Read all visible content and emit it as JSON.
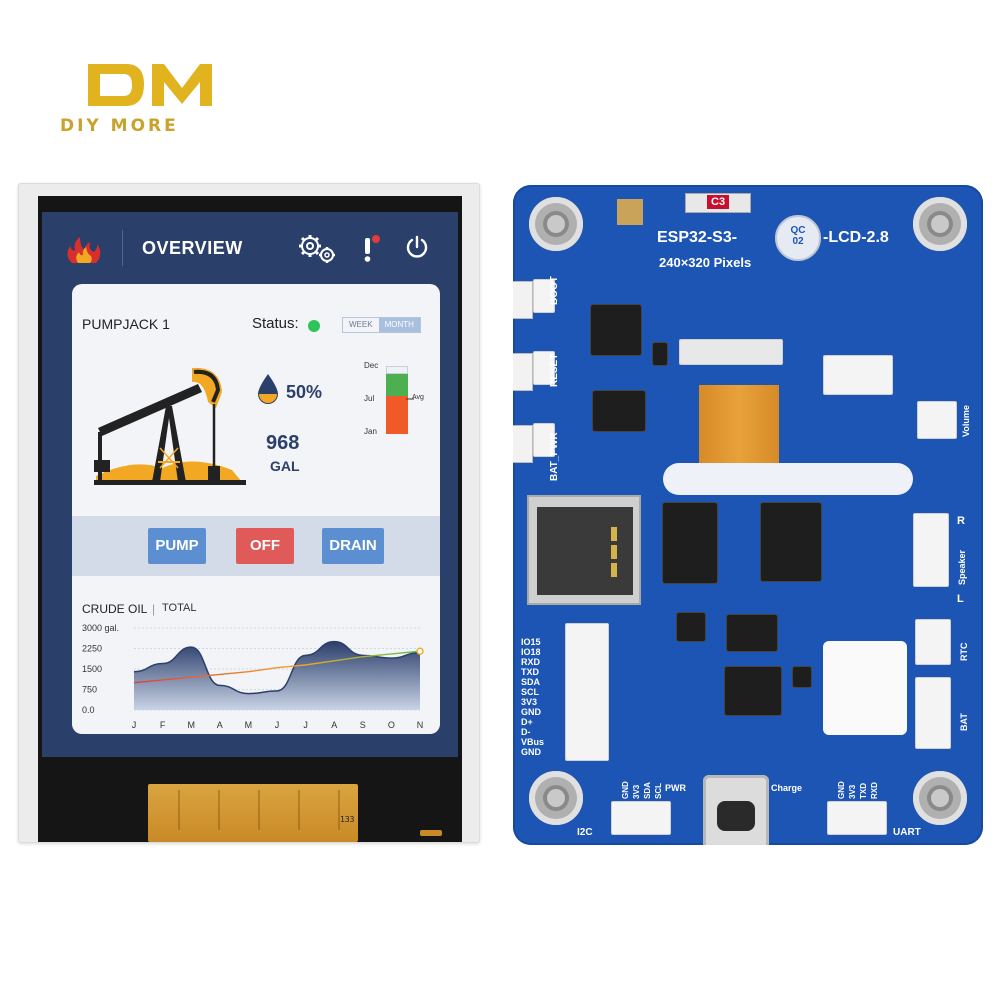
{
  "brand": {
    "logo_letters": "DM",
    "name": "DIY MORE",
    "gold": "#e0b31f"
  },
  "screen": {
    "title": "OVERVIEW",
    "icons": [
      "flame-icon",
      "gear-icon",
      "alert-icon",
      "power-icon"
    ],
    "pump_name": "PUMPJACK 1",
    "status_label": "Status:",
    "status_color": "#2ec45a",
    "segment": {
      "week": "WEEK",
      "month": "MONTH",
      "selected": "MONTH"
    },
    "fill_percent": "50%",
    "gallons": "968",
    "gallons_unit": "GAL",
    "level": {
      "dec": "Dec",
      "jul": "Jul",
      "jan": "Jan",
      "avg": "Avg"
    },
    "buttons": [
      {
        "label": "PUMP",
        "color": "#5b8fd2"
      },
      {
        "label": "OFF",
        "color": "#e05a5a"
      },
      {
        "label": "DRAIN",
        "color": "#5b8fd2"
      }
    ],
    "chart_title": "CRUDE OIL",
    "chart_separator": "|",
    "chart_subtitle": "TOTAL",
    "chart_data": {
      "type": "area",
      "title": "CRUDE OIL",
      "subtitle": "TOTAL",
      "categories": [
        "J",
        "F",
        "M",
        "A",
        "M",
        "J",
        "J",
        "A",
        "S",
        "O",
        "N"
      ],
      "y_ticks": [
        "3000 gal.",
        "2250",
        "1500",
        "750",
        "0.0"
      ],
      "ylim": [
        0,
        3000
      ],
      "series": [
        {
          "values": [
            1400,
            1700,
            2300,
            900,
            600,
            700,
            2000,
            2500,
            2000,
            1900,
            2100
          ]
        },
        {
          "values": [
            1000,
            1100,
            1200,
            1300,
            1400,
            1550,
            1650,
            1800,
            1950,
            2050,
            2150
          ]
        }
      ],
      "grid": true
    }
  },
  "flex_label": "133",
  "pcb": {
    "title": "ESP32-S3-",
    "title_suffix": "-LCD-2.8",
    "resolution": "240×320 Pixels",
    "qc_top": "QC",
    "qc_bottom": "02",
    "cap_label": "C3",
    "buttons": [
      "BOOT",
      "RESET",
      "BAT_PWR"
    ],
    "left_pins": [
      "IO15",
      "IO18",
      "RXD",
      "TXD",
      "SDA",
      "SCL",
      "3V3",
      "GND",
      "D+",
      "D-",
      "VBus",
      "GND"
    ],
    "i2c_pins": [
      "GND",
      "3V3",
      "SDA",
      "SCL"
    ],
    "uart_pins": [
      "GND",
      "3V3",
      "TXD",
      "RXD"
    ],
    "labels": {
      "pwr": "PWR",
      "charge": "Charge",
      "i2c": "I2C",
      "uart": "UART",
      "volume": "Volume",
      "speaker": "Speaker",
      "speaker_r": "R",
      "speaker_l": "L",
      "rtc": "RTC",
      "bat": "BAT"
    }
  }
}
